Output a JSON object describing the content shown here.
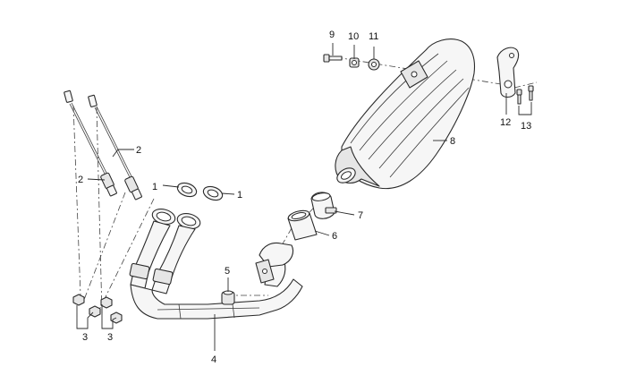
{
  "diagram": {
    "callouts": [
      {
        "id": "c1a",
        "label": "1"
      },
      {
        "id": "c1b",
        "label": "1"
      },
      {
        "id": "c2a",
        "label": "2"
      },
      {
        "id": "c2b",
        "label": "2"
      },
      {
        "id": "c3a",
        "label": "3"
      },
      {
        "id": "c3b",
        "label": "3"
      },
      {
        "id": "c4",
        "label": "4"
      },
      {
        "id": "c5",
        "label": "5"
      },
      {
        "id": "c6",
        "label": "6"
      },
      {
        "id": "c7",
        "label": "7"
      },
      {
        "id": "c8",
        "label": "8"
      },
      {
        "id": "c9",
        "label": "9"
      },
      {
        "id": "c10",
        "label": "10"
      },
      {
        "id": "c11",
        "label": "11"
      },
      {
        "id": "c12",
        "label": "12"
      },
      {
        "id": "c13",
        "label": "13"
      }
    ]
  }
}
